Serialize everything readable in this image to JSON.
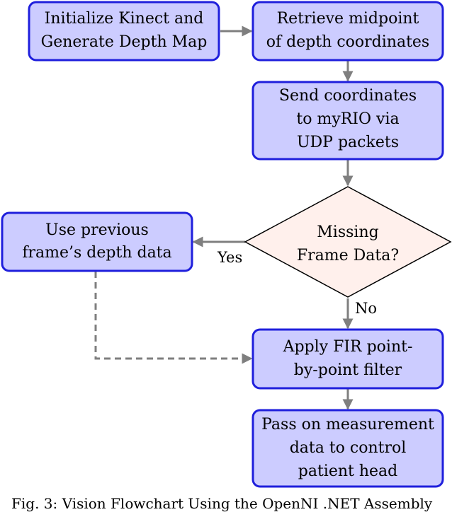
{
  "colors": {
    "box_fill": "#ccccff",
    "box_stroke": "#1f1fdc",
    "decision_fill": "#fff0ec",
    "arrow": "#7f7f7f",
    "text": "#000000"
  },
  "nodes": {
    "init": {
      "line1": "Initialize Kinect and",
      "line2": "Generate Depth Map"
    },
    "retrieve": {
      "line1": "Retrieve midpoint",
      "line2": "of depth coordinates"
    },
    "send": {
      "line1": "Send coordinates",
      "line2": "to myRIO via",
      "line3": "UDP packets"
    },
    "decision": {
      "line1": "Missing",
      "line2": "Frame Data?"
    },
    "previous": {
      "line1": "Use previous",
      "line2": "frame’s depth data"
    },
    "fir": {
      "line1": "Apply FIR point-",
      "line2": "by-point filter"
    },
    "pass": {
      "line1": "Pass on measurement",
      "line2": "data to control",
      "line3": "patient head"
    }
  },
  "edges": {
    "yes_label": "Yes",
    "no_label": "No"
  },
  "caption": "Fig. 3: Vision Flowchart Using the OpenNI .NET Assembly"
}
